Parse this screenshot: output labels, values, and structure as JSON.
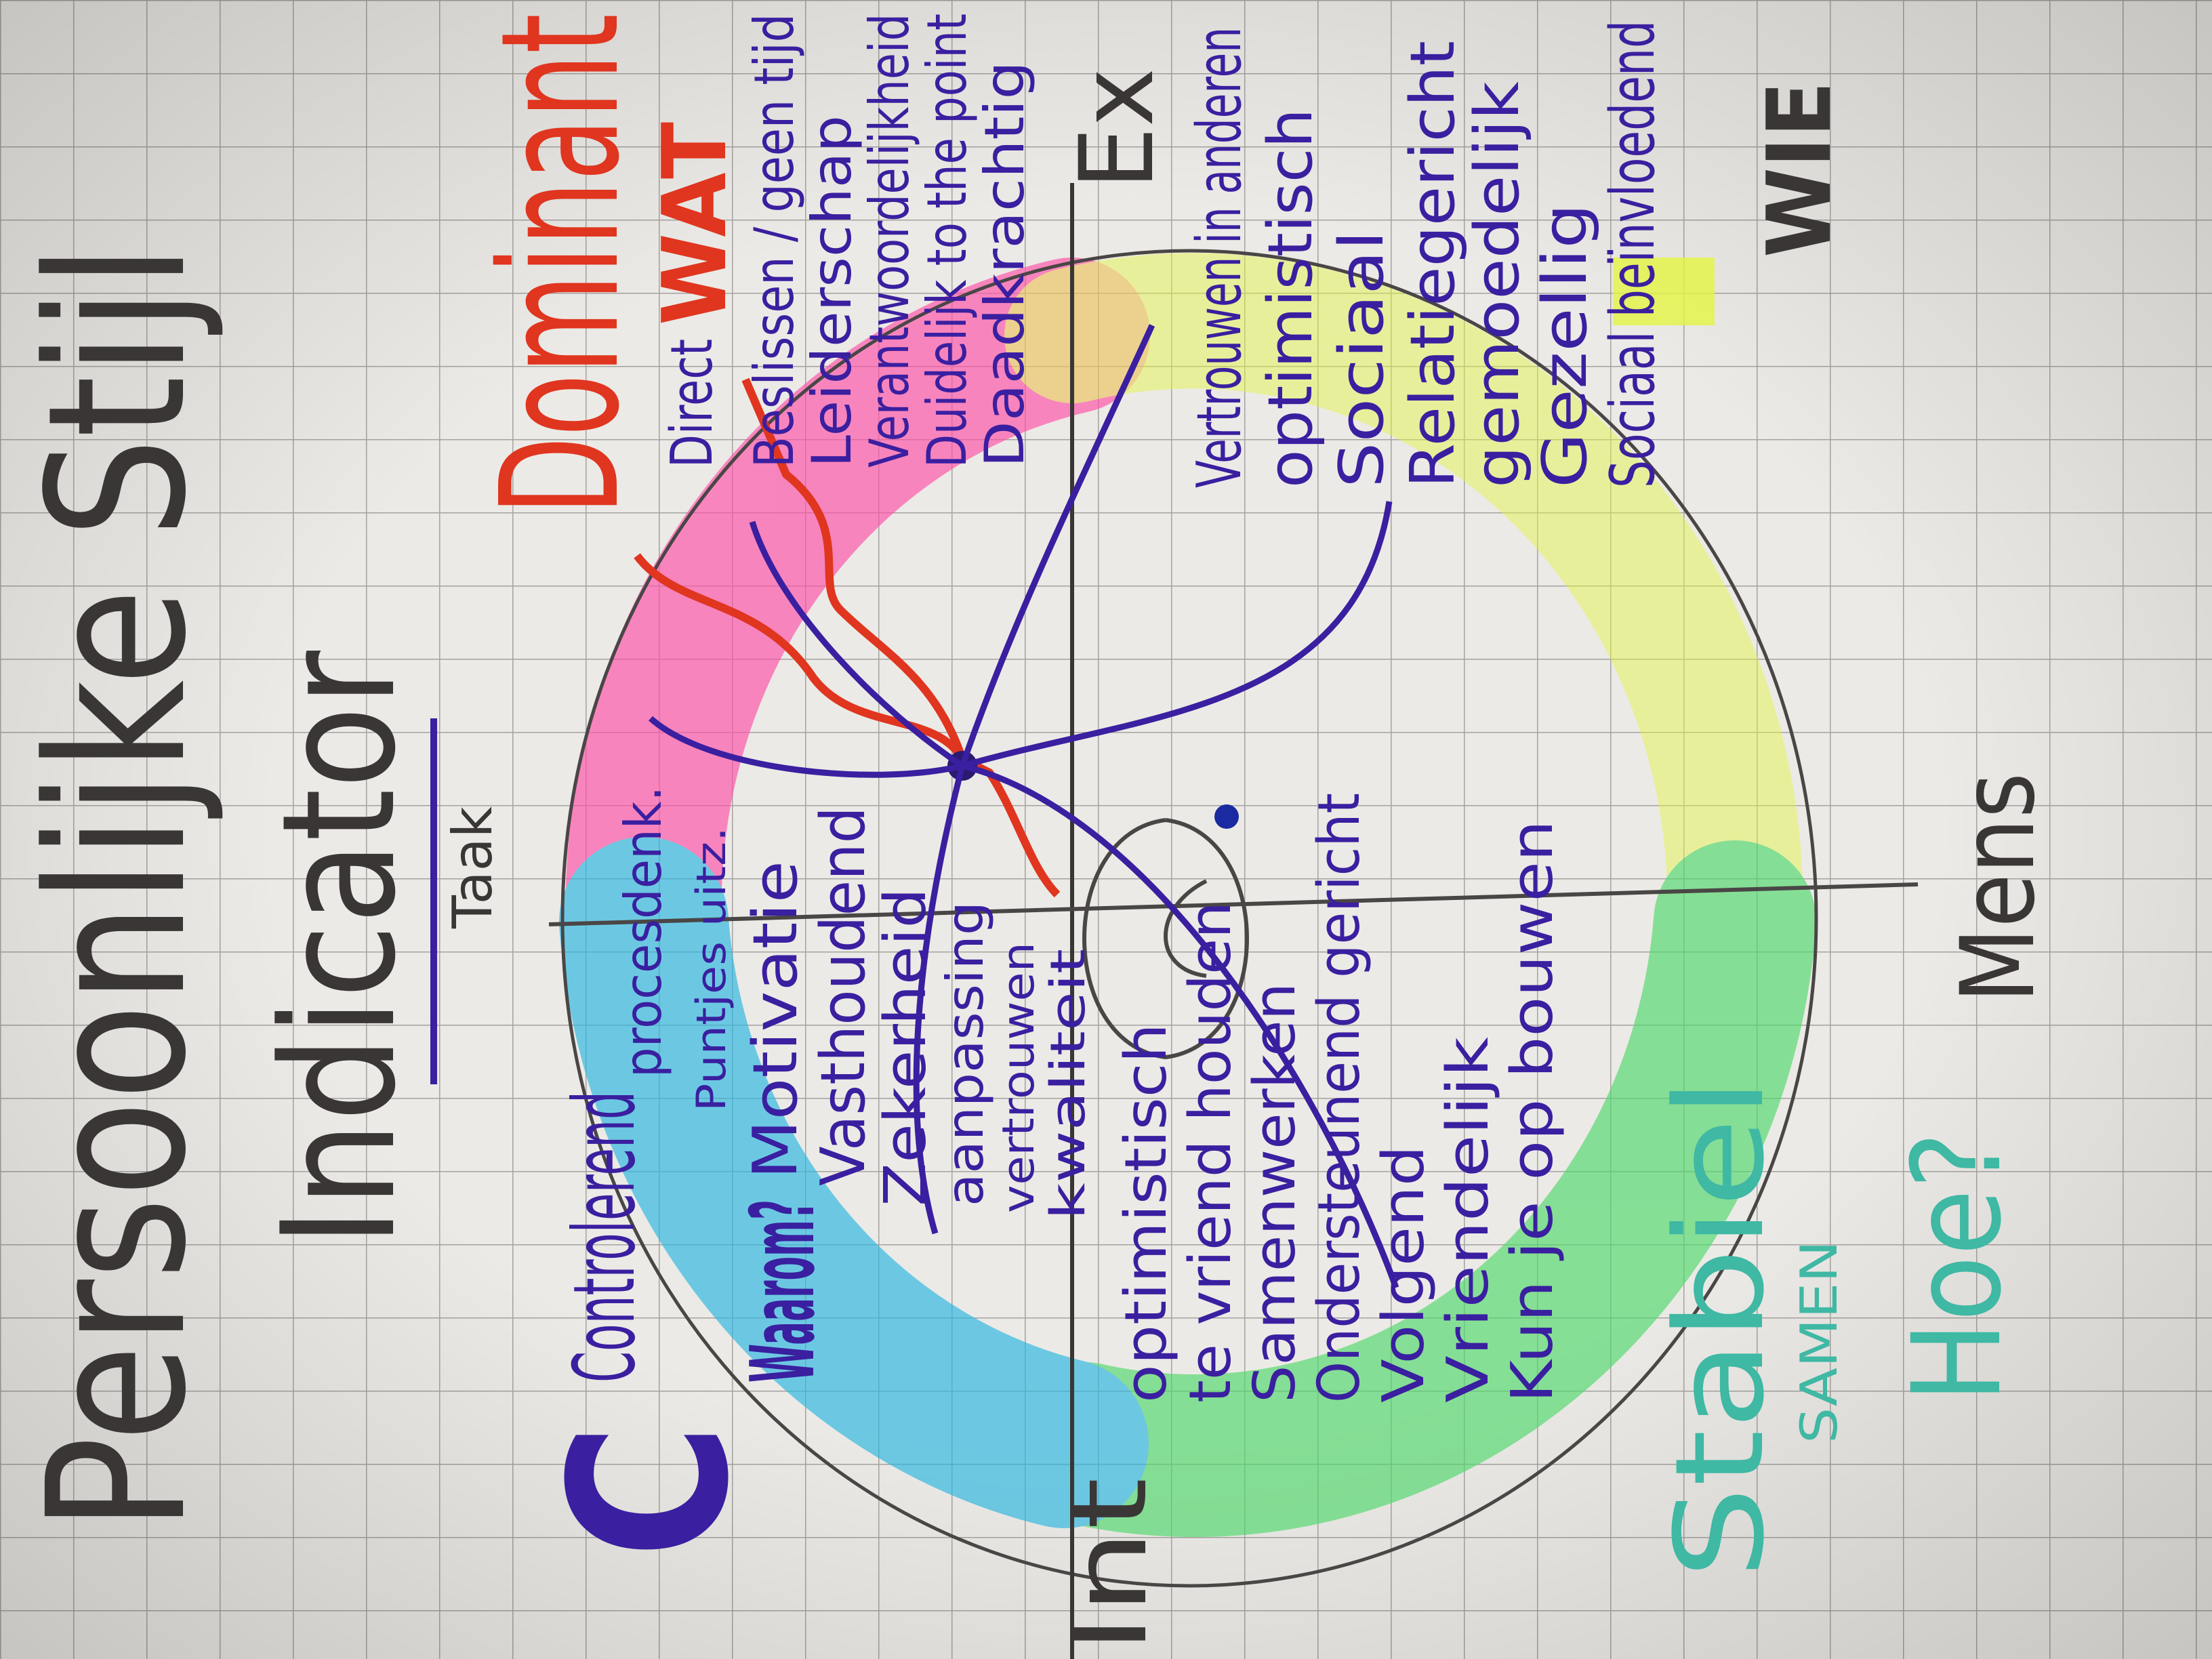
{
  "title": "Persoonlijke Stijl",
  "subtitle": "Indicator",
  "axes": {
    "top": "Taak",
    "bottom": "Mens",
    "left": "Int",
    "right": "Ex"
  },
  "quadrants": {
    "dominant": {
      "name": "Dominant",
      "question": "WAT",
      "color": "#ff4fa8",
      "items": [
        "Direct",
        "Beslissen / geen tijd",
        "Leiderschap",
        "Verantwoordelijkheid",
        "Duidelijk to the point",
        "Daadkrachtig"
      ]
    },
    "invloedend": {
      "question": "WIE",
      "color": "#e4f542",
      "items": [
        "Vertrouwen in anderen",
        "optimistisch",
        "Sociaal",
        "Relatiegericht",
        "gemoedelijk",
        "Gezellig",
        "Sociaal beïnvloedend"
      ]
    },
    "stabiel": {
      "name": "Stabiel",
      "subname": "SAMEN",
      "question": "Hoe?",
      "color": "#4fd86a",
      "items": [
        "optimistisch",
        "te vriend houden",
        "Samenwerken",
        "Ondersteunend gericht",
        "Volgend",
        "Vriendelijk",
        "Kun je op bouwen"
      ]
    },
    "controlerend": {
      "letter": "C",
      "name": "Controlerend",
      "question": "Waarom?",
      "color": "#29b6e0",
      "items": [
        "procesdenk.",
        "Puntjes uitz.",
        "Motivatie",
        "Vasthoudend",
        "Zekerheid",
        "aanpassing",
        "vertrouwen",
        "kwaliteit"
      ]
    }
  }
}
